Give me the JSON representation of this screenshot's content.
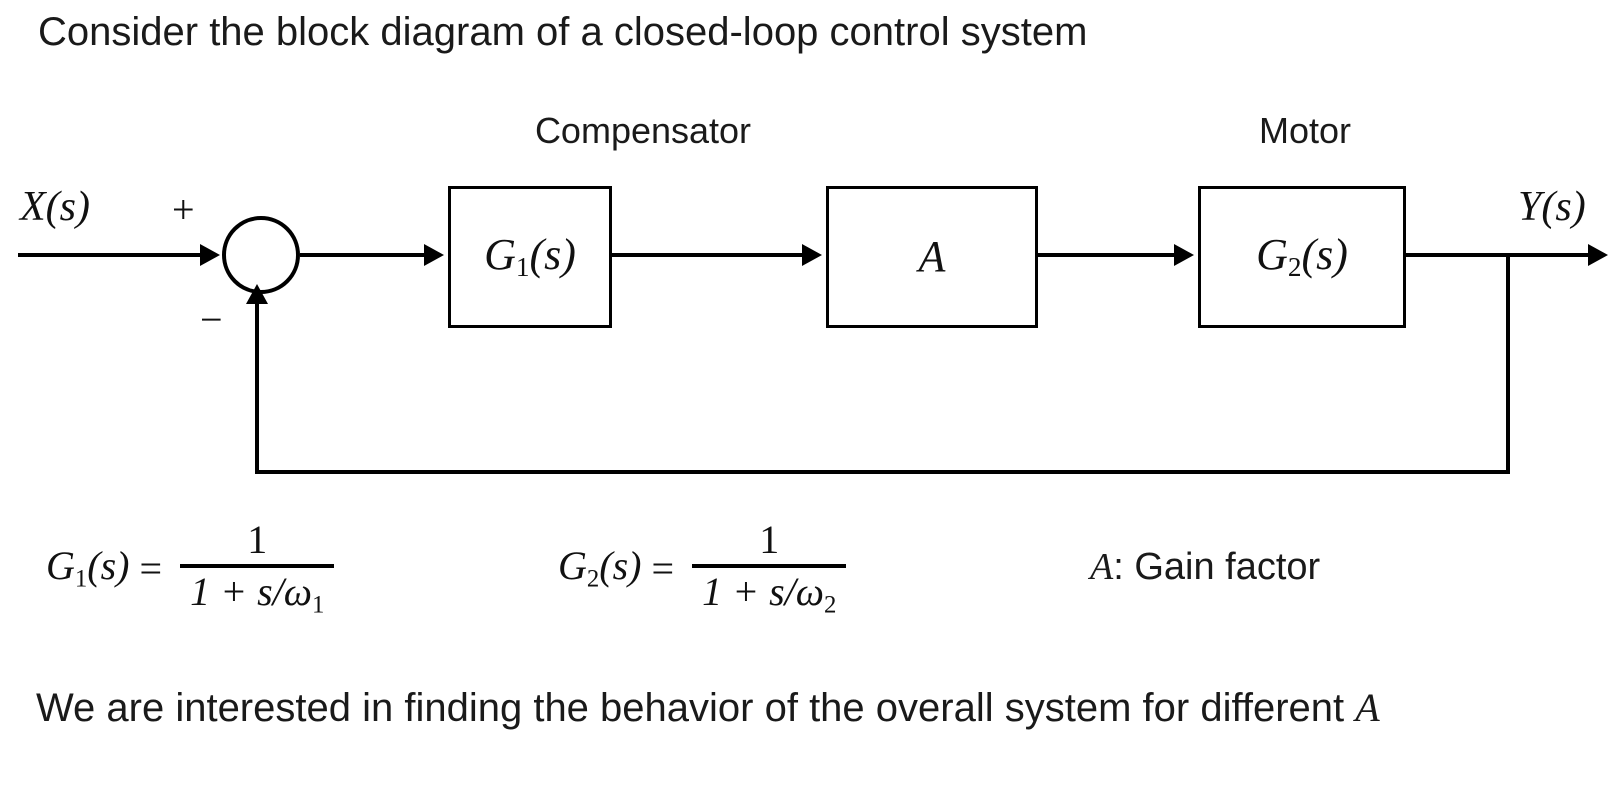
{
  "slide": {
    "intro_text": "Consider the block diagram of a closed-loop control system",
    "closing_text_before_symbol": "We are interested in finding the behavior of the overall system for different ",
    "closing_symbol": "A",
    "background_color": "#ffffff",
    "ink_color": "#000000"
  },
  "diagram": {
    "group_labels": {
      "compensator": "Compensator",
      "motor": "Motor"
    },
    "input_signal": "X(s)",
    "output_signal": "Y(s)",
    "summing_junction": {
      "positive_sign": "+",
      "negative_sign": "−"
    },
    "blocks": [
      {
        "name": "compensator",
        "symbol": "G",
        "subscript": "1",
        "argument": "(s)"
      },
      {
        "name": "gain",
        "symbol": "A",
        "subscript": "",
        "argument": ""
      },
      {
        "name": "motor",
        "symbol": "G",
        "subscript": "2",
        "argument": "(s)"
      }
    ]
  },
  "equations": {
    "g1": {
      "lhs_symbol": "G",
      "lhs_subscript": "1",
      "lhs_argument": "(s)",
      "equals": "=",
      "numerator": "1",
      "denominator_prefix": "1 + s/",
      "denominator_omega": "ω",
      "denominator_omega_subscript": "1"
    },
    "g2": {
      "lhs_symbol": "G",
      "lhs_subscript": "2",
      "lhs_argument": "(s)",
      "equals": "=",
      "numerator": "1",
      "denominator_prefix": "1 + s/",
      "denominator_omega": "ω",
      "denominator_omega_subscript": "2"
    },
    "gain_note": {
      "symbol": "A",
      "description": ": Gain factor"
    }
  }
}
